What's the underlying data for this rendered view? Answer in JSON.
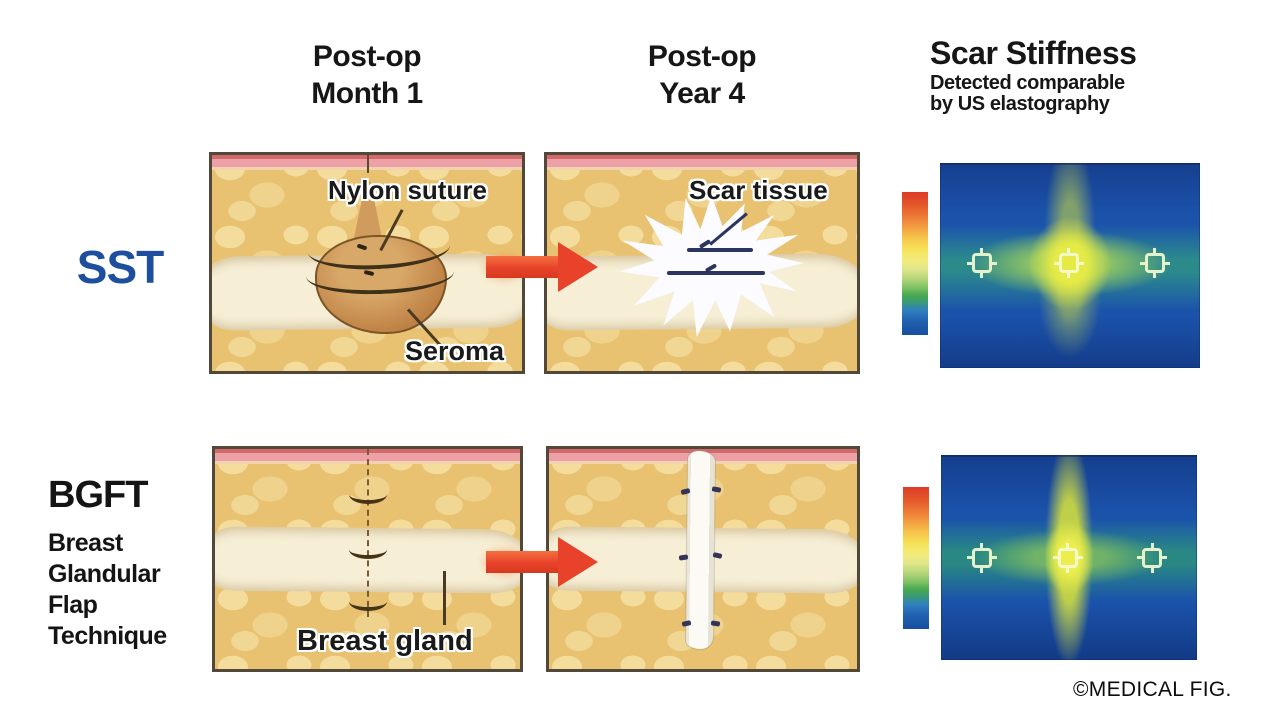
{
  "figure": {
    "headers": {
      "month1": {
        "line1": "Post-op",
        "line2": "Month 1"
      },
      "year4": {
        "line1": "Post-op",
        "line2": "Year 4"
      },
      "stiffness": {
        "title": "Scar Stiffness",
        "sub1": "Detected comparable",
        "sub2": "by US elastography"
      }
    },
    "rows": {
      "sst": {
        "label": "SST"
      },
      "bgft": {
        "label": "BGFT",
        "sub": [
          "Breast",
          "Glandular",
          "Flap",
          "Technique"
        ]
      }
    },
    "annotations": {
      "nylon_suture": "Nylon suture",
      "seroma": "Seroma",
      "scar_tissue": "Scar tissue",
      "breast_gland": "Breast gland"
    },
    "footer": {
      "credit": "©MEDICAL FIG."
    },
    "colors": {
      "sst_label": "#1d4f9e",
      "arrow": "#e8432a",
      "skin_pink": "#eda1a7",
      "skin_red": "#d2696b",
      "fat": "#e8c271",
      "gland": "#f6efd6",
      "seroma_brown": "#c3854d",
      "heatmap_base": "#1b52aa",
      "heatmap_band": "#2f9682",
      "heatmap_hot": "#e8ec46",
      "colorbar_stops": [
        "#dd3b28",
        "#ec7434",
        "#f6c44a",
        "#f2ec7e",
        "#7cc163",
        "#2f7fc0",
        "#174e9e"
      ]
    },
    "elastography": {
      "markers_per_map": 3
    }
  }
}
